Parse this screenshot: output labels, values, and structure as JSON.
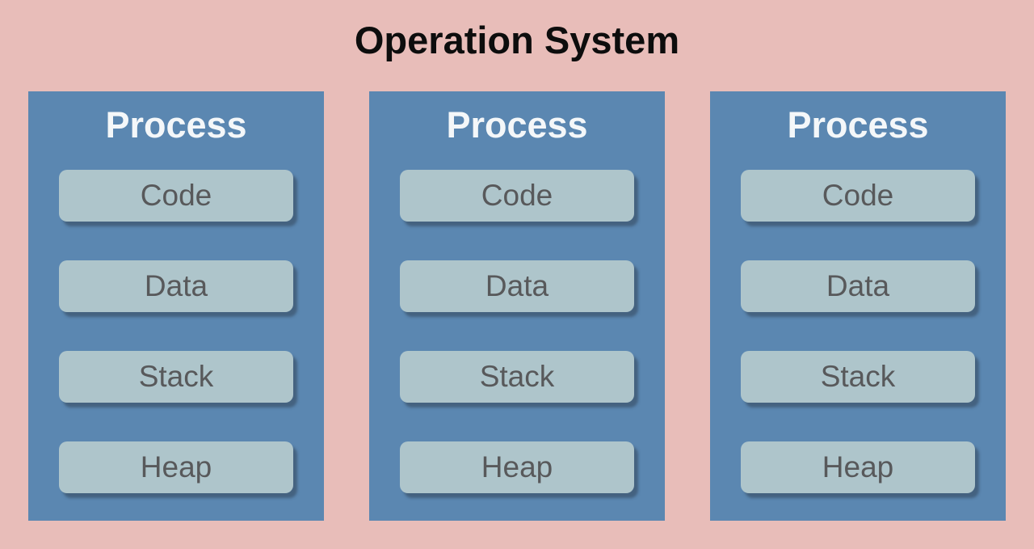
{
  "title": "Operation System",
  "colors": {
    "background": "#e8bdb9",
    "process_box": "#5b87b1",
    "segment_box": "#aec5cb",
    "segment_text": "#58595b",
    "process_text": "#f4f7f9",
    "title_text": "#0d0d0d"
  },
  "processes": [
    {
      "label": "Process",
      "segments": [
        "Code",
        "Data",
        "Stack",
        "Heap"
      ]
    },
    {
      "label": "Process",
      "segments": [
        "Code",
        "Data",
        "Stack",
        "Heap"
      ]
    },
    {
      "label": "Process",
      "segments": [
        "Code",
        "Data",
        "Stack",
        "Heap"
      ]
    }
  ]
}
